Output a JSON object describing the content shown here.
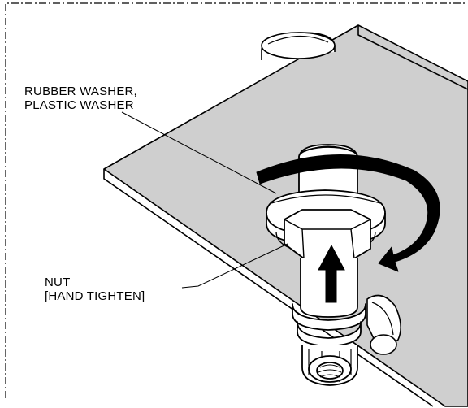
{
  "labels": {
    "washer": {
      "line1": "RUBBER WASHER,",
      "line2": "PLASTIC WASHER"
    },
    "nut": {
      "line1": "NUT",
      "line2": "[HAND TIGHTEN]"
    }
  },
  "colors": {
    "plate_fill": "#cfcfcf",
    "line": "#000000",
    "background": "#ffffff"
  },
  "arrows": {
    "rotation": "clockwise",
    "push": "up"
  }
}
